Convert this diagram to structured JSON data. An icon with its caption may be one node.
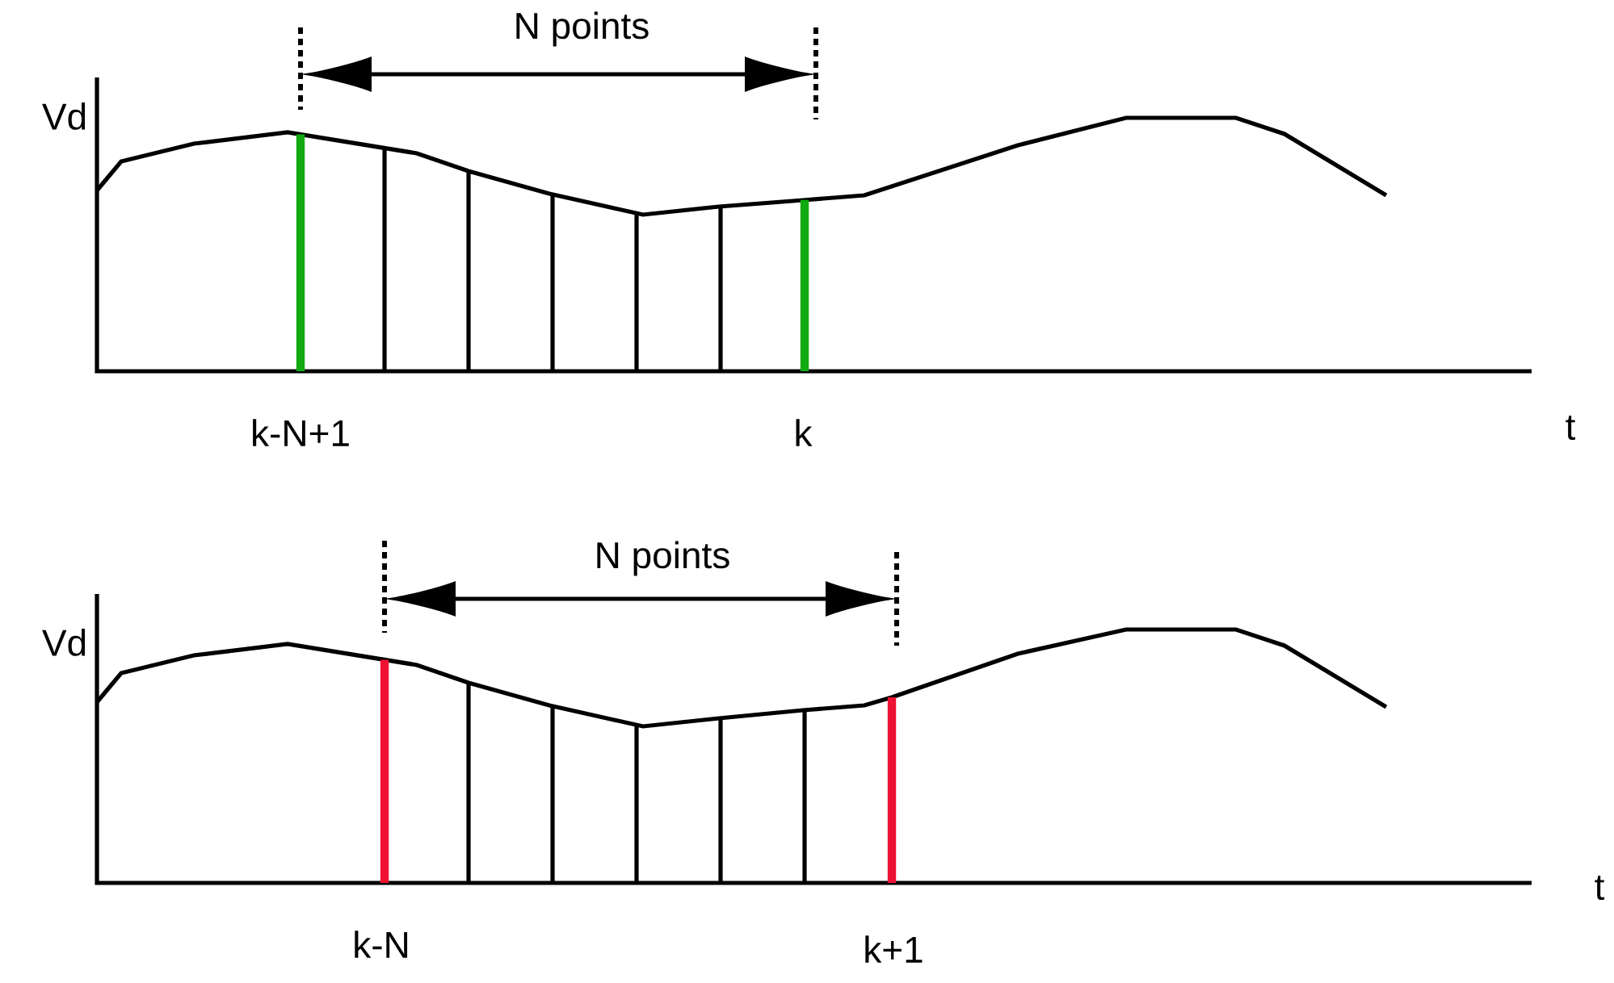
{
  "diagram": {
    "labels": [
      "N points",
      "Vd",
      "t",
      "k-N+1",
      "k",
      "N points",
      "Vd",
      "t",
      "k-N",
      "k+1"
    ]
  }
}
